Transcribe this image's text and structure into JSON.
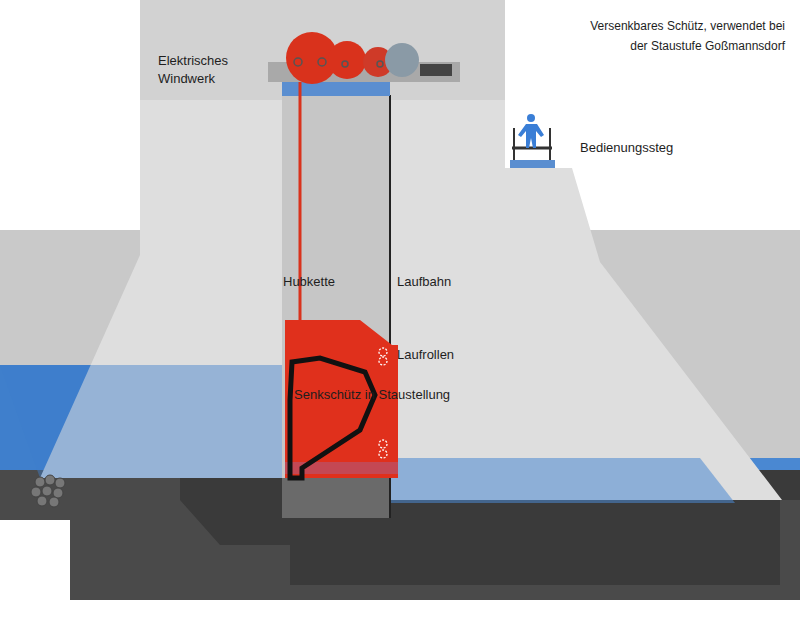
{
  "diagram": {
    "title": "Versenkbares Schütz, verwendet bei der Staustufe Goßmannsdorf",
    "labels": [
      "Elektrisches Windwerk",
      "Bedienungssteg",
      "Hubkette",
      "Laufbahn",
      "Laufrollen",
      "Senkschütz in Staustellung"
    ]
  }
}
